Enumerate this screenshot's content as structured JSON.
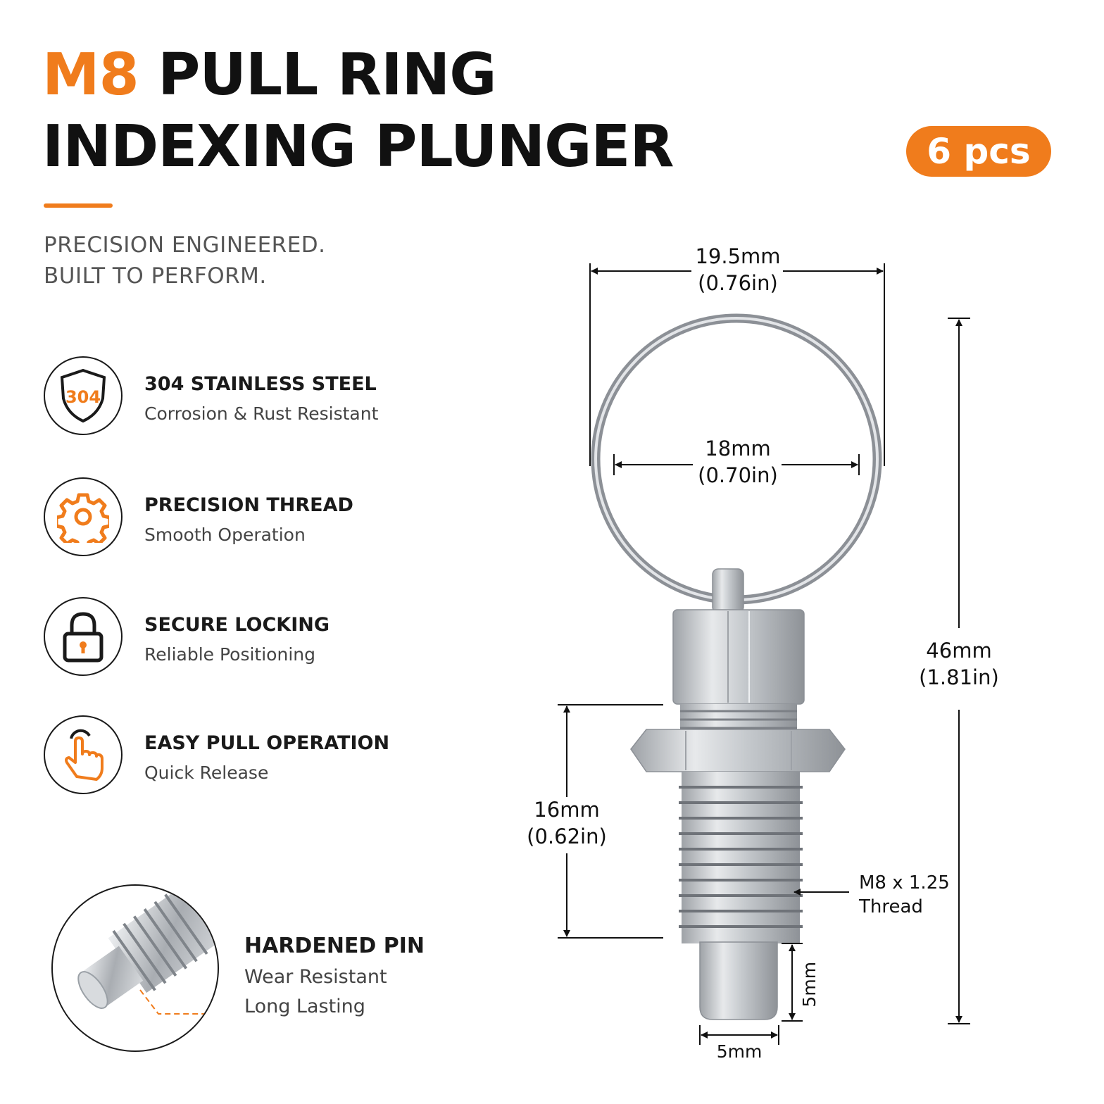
{
  "header": {
    "title_accent": "M8",
    "title_rest": "PULL RING",
    "title_line2": "INDEXING PLUNGER",
    "badge": "6 pcs",
    "tagline_1": "PRECISION ENGINEERED.",
    "tagline_2": "BUILT TO PERFORM."
  },
  "features": [
    {
      "title": "304 STAINLESS STEEL",
      "subtitle": "Corrosion & Rust Resistant",
      "icon": "shield-icon",
      "icon_text": "304"
    },
    {
      "title": "PRECISION THREAD",
      "subtitle": "Smooth Operation",
      "icon": "gear-icon"
    },
    {
      "title": "SECURE LOCKING",
      "subtitle": "Reliable Positioning",
      "icon": "lock-icon"
    },
    {
      "title": "EASY PULL OPERATION",
      "subtitle": "Quick Release",
      "icon": "pointer-hand-icon"
    }
  ],
  "hardened_pin": {
    "title": "HARDENED PIN",
    "line1": "Wear Resistant",
    "line2": "Long Lasting"
  },
  "dimensions": {
    "ring_outer_mm": "19.5mm",
    "ring_outer_in": "(0.76in)",
    "ring_inner_mm": "18mm",
    "ring_inner_in": "(0.70in)",
    "total_length_mm": "46mm",
    "total_length_in": "(1.81in)",
    "thread_length_mm": "16mm",
    "thread_length_in": "(0.62in)",
    "thread_spec": "M8 x 1.25",
    "thread_label": "Thread",
    "pin_length": "5mm",
    "pin_diameter": "5mm"
  },
  "colors": {
    "accent": "#f07c1c",
    "text": "#111111",
    "steel": "#c9ccd0"
  }
}
